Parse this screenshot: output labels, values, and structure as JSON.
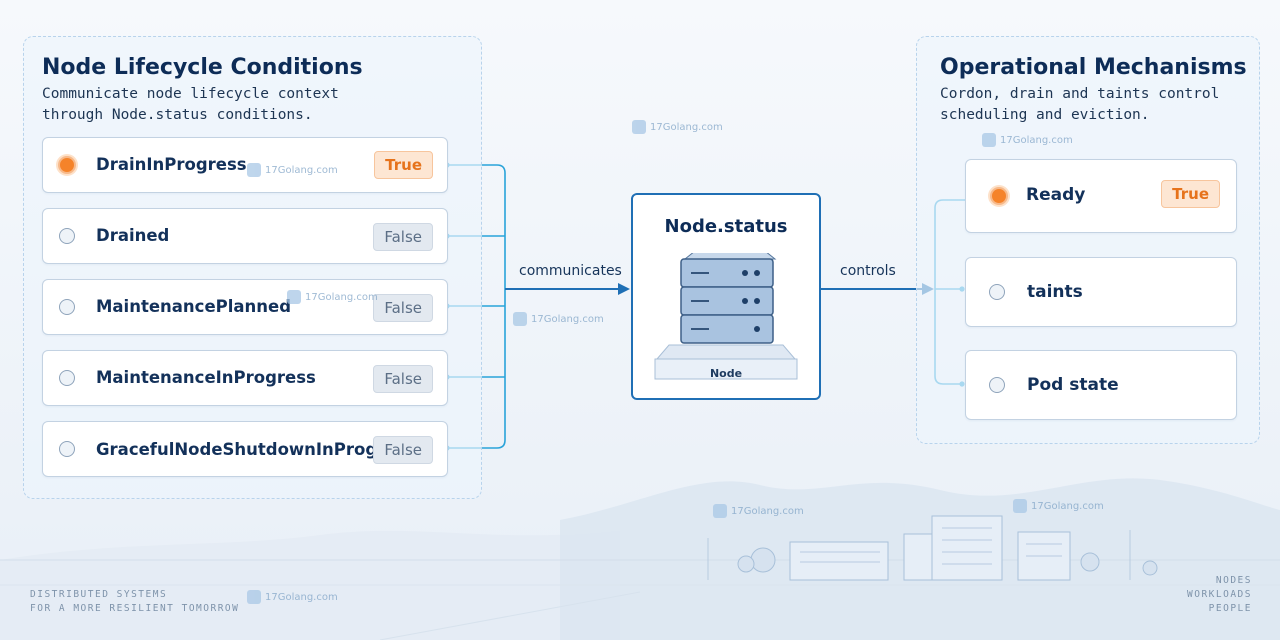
{
  "left_panel": {
    "title": "Node Lifecycle Conditions",
    "subtitle": "Communicate node lifecycle context\nthrough Node.status conditions.",
    "items": [
      {
        "label": "DrainInProgress",
        "value": "True",
        "active": true
      },
      {
        "label": "Drained",
        "value": "False",
        "active": false
      },
      {
        "label": "MaintenancePlanned",
        "value": "False",
        "active": false
      },
      {
        "label": "MaintenanceInProgress",
        "value": "False",
        "active": false
      },
      {
        "label": "GracefulNodeShutdownInProgress",
        "value": "False",
        "active": false
      }
    ]
  },
  "center": {
    "title": "Node.status",
    "node_label": "Node",
    "edge_in": "communicates",
    "edge_out": "controls"
  },
  "right_panel": {
    "title": "Operational Mechanisms",
    "subtitle": "Cordon, drain and taints control\nscheduling and eviction.",
    "items": [
      {
        "label": "Ready",
        "value": "True",
        "active": true
      },
      {
        "label": "taints",
        "value": "",
        "active": false
      },
      {
        "label": "Pod state",
        "value": "",
        "active": false
      }
    ]
  },
  "footer": {
    "left_line1": "DISTRIBUTED SYSTEMS",
    "left_line2": "FOR A MORE RESILIENT TOMORROW",
    "right_line1": "NODES",
    "right_line2": "WORKLOADS",
    "right_line3": "PEOPLE"
  },
  "watermark": "17Golang.com",
  "colors": {
    "accent_blue": "#1f6fb5",
    "connector": "#29a3d9",
    "true_orange": "#f5832a",
    "true_badge_bg": "#fde6d3",
    "false_badge_bg": "#e3e9f0",
    "title_navy": "#0d2c57"
  }
}
